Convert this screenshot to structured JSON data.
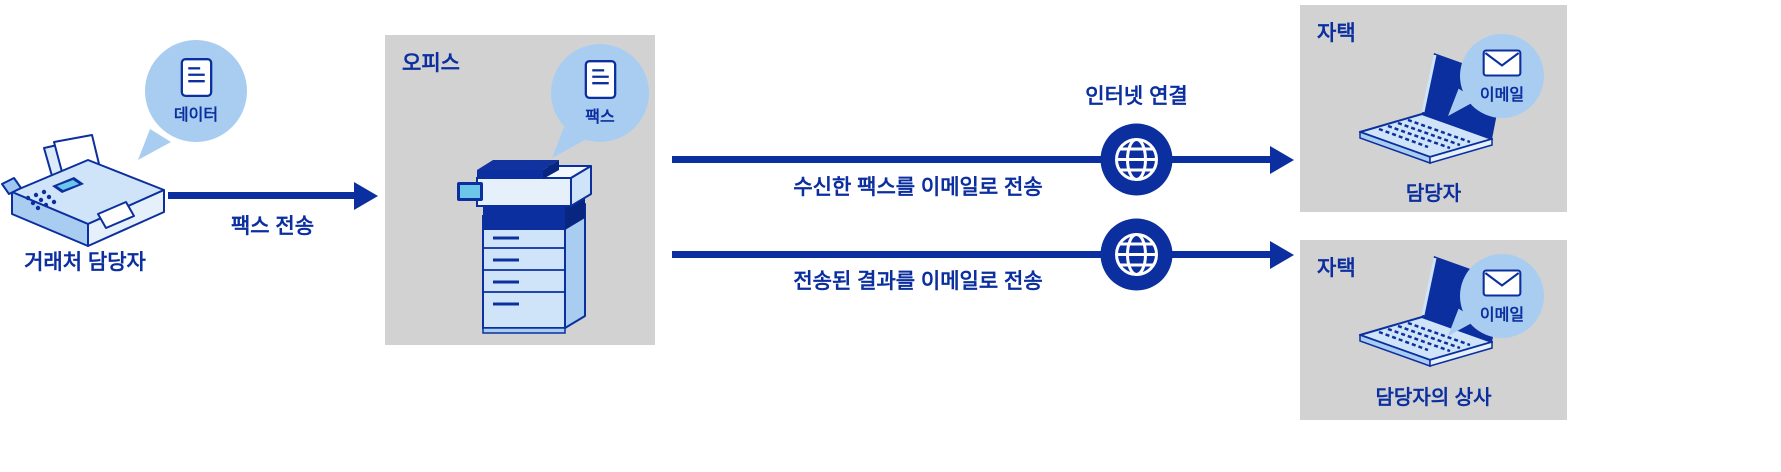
{
  "colors": {
    "navy": "#0b2f9e",
    "light_blue": "#a9cdf1",
    "pale_blue": "#cfe4f8",
    "panel_gray": "#d2d2d2",
    "screen_teal": "#6cc6e9",
    "white": "#ffffff"
  },
  "sender": {
    "bubble_label": "데이터",
    "name": "거래처 담당자",
    "arrow_label": "팩스 전송"
  },
  "office": {
    "title": "오피스",
    "bubble_label": "팩스"
  },
  "internet": {
    "label": "인터넷 연결"
  },
  "flows": {
    "top": "수신한 팩스를 이메일로 전송",
    "bottom": "전송된 결과를 이메일로 전송"
  },
  "home_top": {
    "title": "자택",
    "email_label": "이메일",
    "person": "담당자"
  },
  "home_bottom": {
    "title": "자택",
    "email_label": "이메일",
    "person": "담당자의 상사"
  }
}
